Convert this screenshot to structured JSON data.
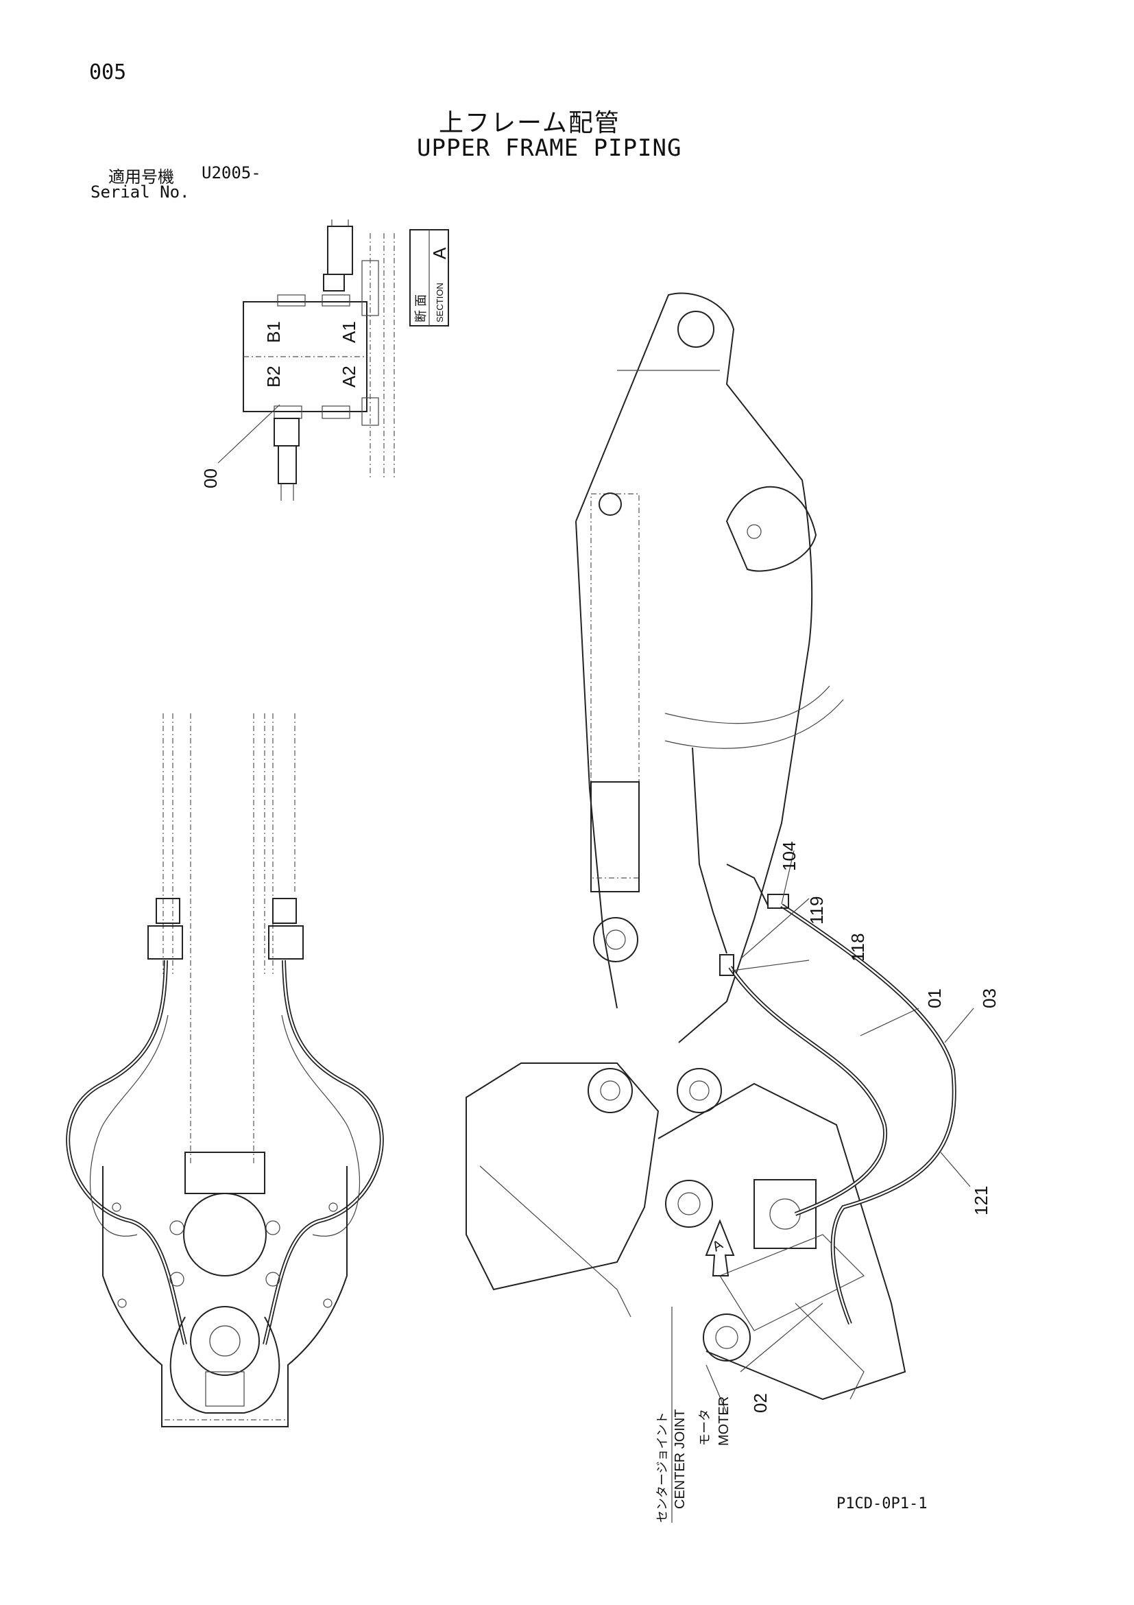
{
  "header": {
    "page_number": "005",
    "title_jp": "上フレーム配管",
    "title_en": "UPPER FRAME PIPING",
    "serial_label_jp": "適用号機",
    "serial_value": "U2005-",
    "serial_label_en": "Serial No."
  },
  "section": {
    "label_jp": "断 面",
    "label_en": "SECTION",
    "letter": "A",
    "ports": [
      "B1",
      "A1",
      "B2",
      "A2"
    ],
    "callout": "00"
  },
  "callouts": [
    "104",
    "119",
    "118",
    "01",
    "03",
    "121",
    "02"
  ],
  "view_marker": "A",
  "labels": {
    "center_joint_jp": "センタージョイント",
    "center_joint_en": "CENTER JOINT",
    "motor_jp": "モータ",
    "motor_en": "MOTER"
  },
  "footer": {
    "doc_code": "P1CD-0P1-1"
  }
}
